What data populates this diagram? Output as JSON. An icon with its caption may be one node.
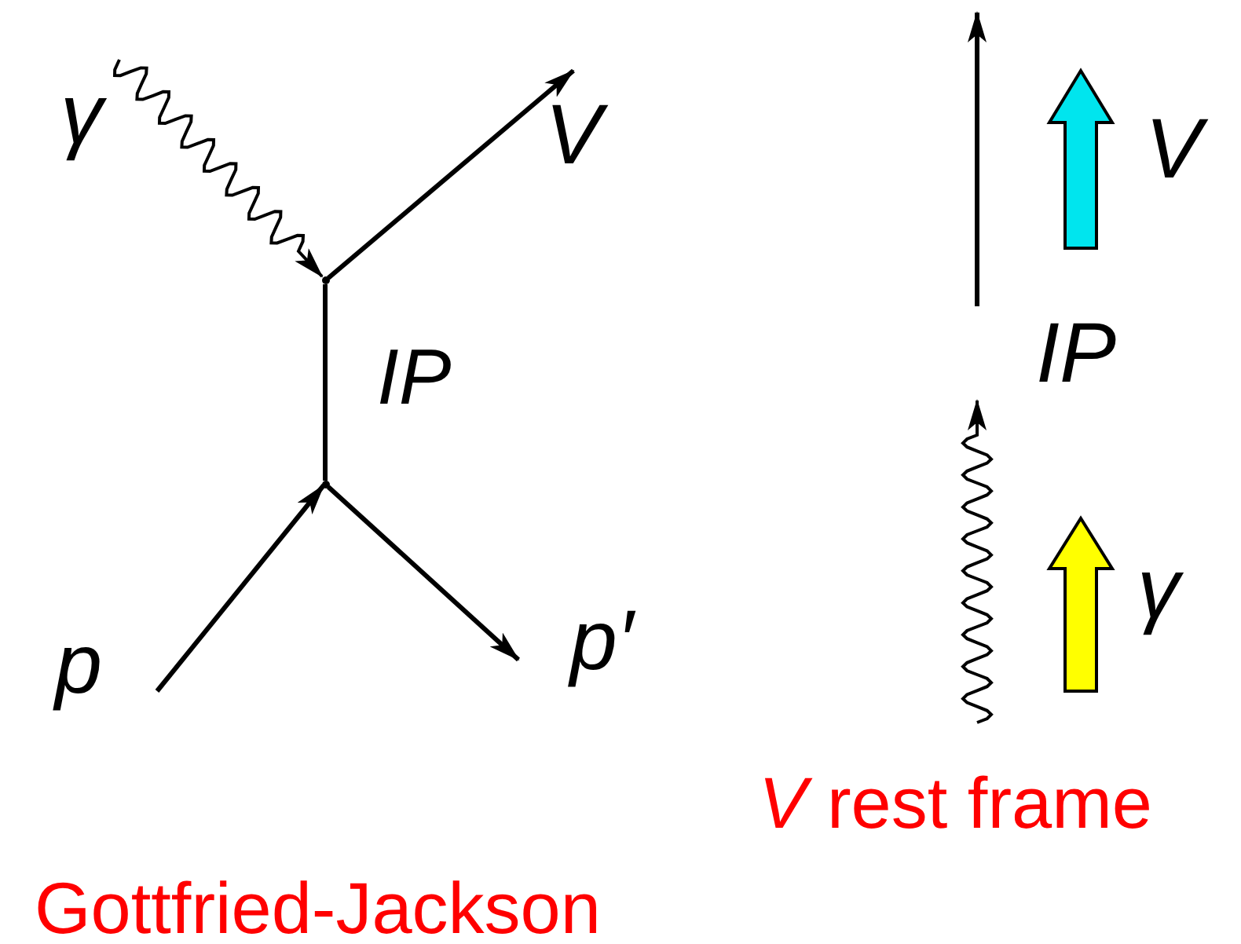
{
  "diagram": {
    "nodes": [
      {
        "text": [
          "γ"
        ]
      },
      {
        "text": [
          "V"
        ]
      },
      {
        "text": [],
        "shape": "point"
      },
      {
        "text": [],
        "shape": "point"
      },
      {
        "text": [
          "p"
        ]
      },
      {
        "text": [
          "p′"
        ]
      },
      {
        "text": [
          "V"
        ]
      },
      {
        "text": [
          "IP"
        ]
      },
      {
        "text": [
          "γ"
        ]
      }
    ],
    "edges": [
      {
        "from": 0,
        "to": 2,
        "arrow": "to"
      },
      {
        "from": 2,
        "to": 1,
        "arrow": "to"
      },
      {
        "from": 3,
        "to": 2,
        "arrow": "none",
        "label": "IP"
      },
      {
        "from": 4,
        "to": 3,
        "arrow": "to"
      },
      {
        "from": 3,
        "to": 5,
        "arrow": "to"
      },
      {
        "from": 7,
        "to": null,
        "arrow": "to"
      },
      {
        "from": null,
        "to": 7,
        "arrow": "to"
      }
    ],
    "labels": [
      "*V* rest frame",
      "Gottfried-Jackson"
    ]
  }
}
